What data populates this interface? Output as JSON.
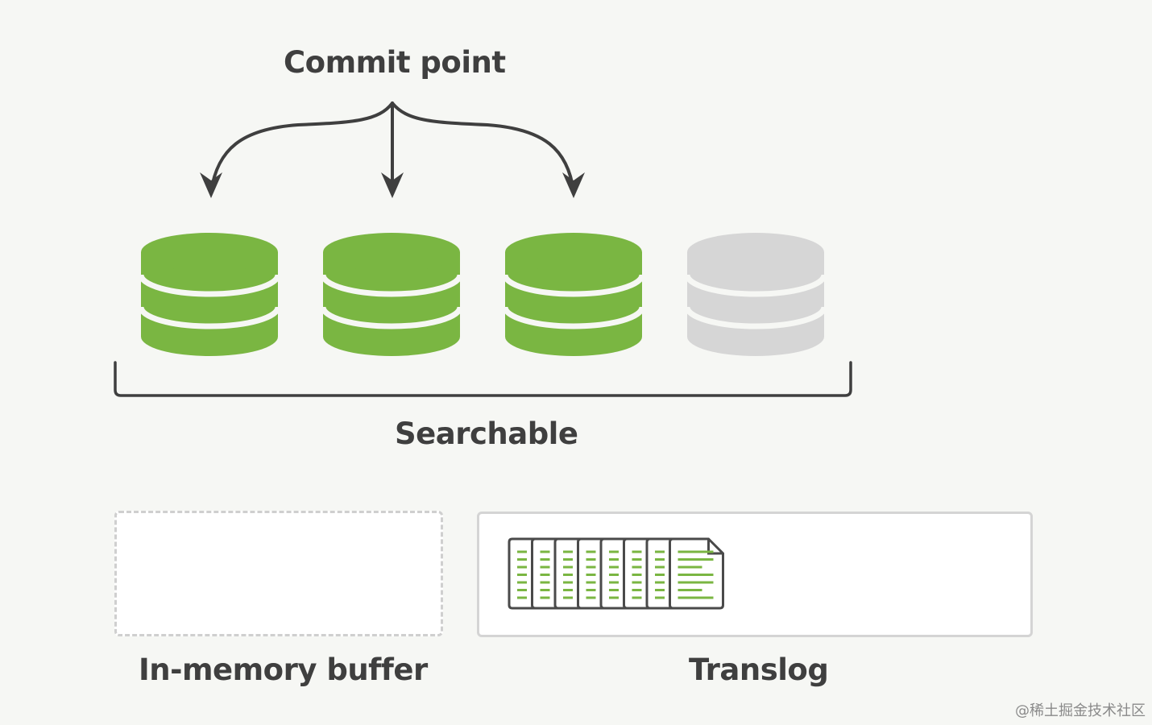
{
  "diagram": {
    "commit_label": "Commit point",
    "searchable_label": "Searchable",
    "buffer_label": "In-memory buffer",
    "translog_label": "Translog",
    "segments": [
      {
        "state": "committed"
      },
      {
        "state": "committed"
      },
      {
        "state": "committed"
      },
      {
        "state": "uncommitted"
      }
    ],
    "translog_document_count": 8
  },
  "colors": {
    "committed_segment": "#7ab642",
    "uncommitted_segment": "#d6d6d6",
    "text": "#3f3f3f",
    "arrow": "#3f3f3f"
  },
  "watermark": "@稀土掘金技术社区"
}
